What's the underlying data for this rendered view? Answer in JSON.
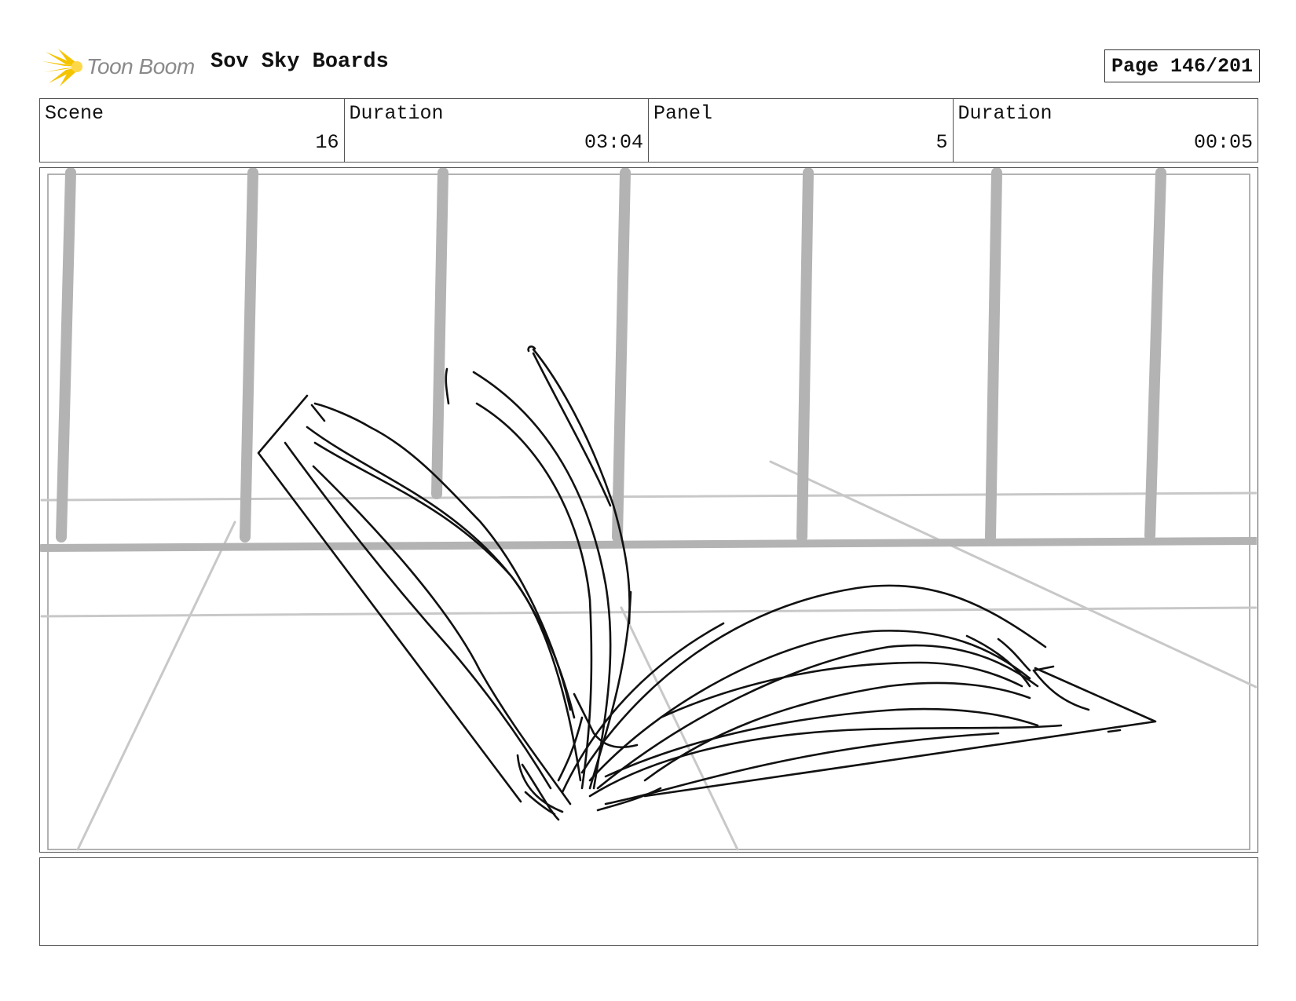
{
  "header": {
    "logo_text": "Toon Boom",
    "project_title": "Sov Sky Boards",
    "page_label": "Page 146/201"
  },
  "info": {
    "scene_label": "Scene",
    "scene_value": "16",
    "scene_duration_label": "Duration",
    "scene_duration_value": "03:04",
    "panel_label": "Panel",
    "panel_value": "5",
    "panel_duration_label": "Duration",
    "panel_duration_value": "00:05"
  },
  "notes": {
    "text": ""
  },
  "colors": {
    "logo_accent": "#f5c400",
    "logo_text": "#8a8a8a",
    "sketch_ink": "#111111",
    "background_sketch": "#b3b3b3"
  },
  "icons": {
    "logo": "toon-boom-burst-icon"
  }
}
